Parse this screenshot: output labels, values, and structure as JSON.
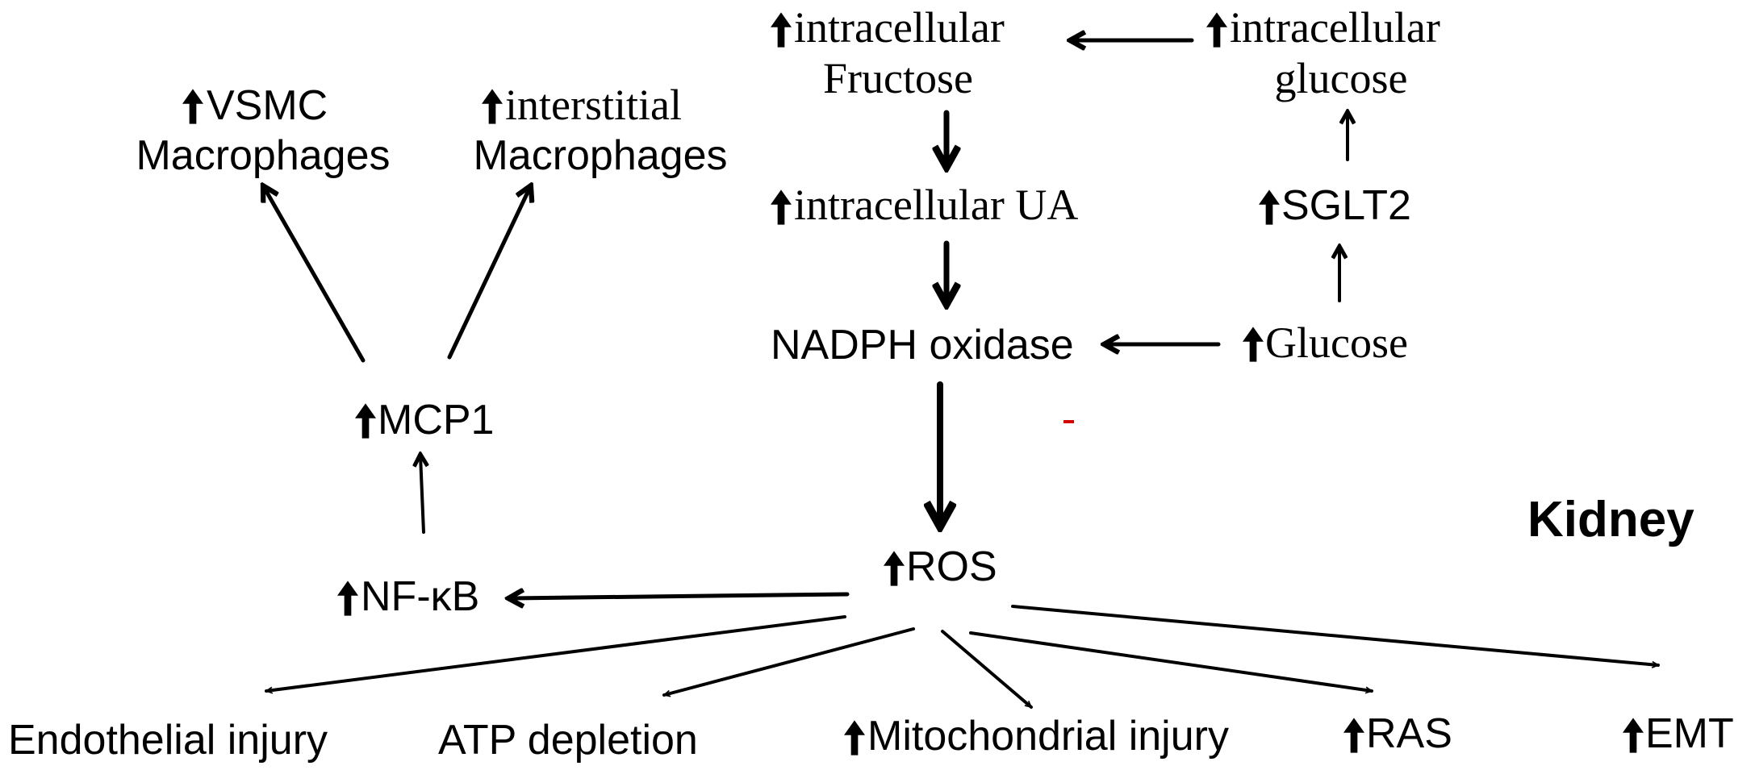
{
  "title": "Kidney",
  "colors": {
    "ink": "#000000",
    "accent_mark": "#d40000",
    "background": "#ffffff"
  },
  "glyphs": {
    "up_arrow": "bold-up-arrow-icon"
  },
  "nodes": {
    "vsmc_macrophages": {
      "line1": "VSMC",
      "line2": "Macrophages",
      "up": true
    },
    "interstitial_macrophages": {
      "line1": "interstitial",
      "line2": "Macrophages",
      "up": true
    },
    "intracellular_fructose": {
      "line1": "intracellular",
      "line2": "Fructose",
      "up": true
    },
    "intracellular_glucose": {
      "line1": "intracellular",
      "line2": "glucose",
      "up": true
    },
    "intracellular_ua": {
      "text": "intracellular UA",
      "up": true
    },
    "sglt2": {
      "text": "SGLT2",
      "up": true
    },
    "nadph_oxidase": {
      "text": "NADPH oxidase",
      "up": false
    },
    "glucose": {
      "text": "Glucose",
      "up": true
    },
    "mcp1": {
      "text": "MCP1",
      "up": true
    },
    "nfkb": {
      "text": "NF-κB",
      "up": true
    },
    "ros": {
      "text": "ROS",
      "up": true
    },
    "endothelial_injury": {
      "text": "Endothelial injury",
      "up": false
    },
    "atp_depletion": {
      "text": "ATP depletion",
      "up": false
    },
    "mitochondrial_injury": {
      "text": "Mitochondrial injury",
      "up": true
    },
    "ras": {
      "text": "RAS",
      "up": true
    },
    "emt": {
      "text": "EMT",
      "up": true
    }
  },
  "edges": [
    {
      "from": "intracellular_glucose",
      "to": "intracellular_fructose"
    },
    {
      "from": "intracellular_fructose",
      "to": "intracellular_ua"
    },
    {
      "from": "intracellular_ua",
      "to": "nadph_oxidase"
    },
    {
      "from": "sglt2",
      "to": "intracellular_glucose"
    },
    {
      "from": "glucose",
      "to": "sglt2"
    },
    {
      "from": "glucose",
      "to": "nadph_oxidase"
    },
    {
      "from": "nadph_oxidase",
      "to": "ros"
    },
    {
      "from": "ros",
      "to": "nfkb"
    },
    {
      "from": "nfkb",
      "to": "mcp1"
    },
    {
      "from": "mcp1",
      "to": "vsmc_macrophages"
    },
    {
      "from": "mcp1",
      "to": "interstitial_macrophages"
    },
    {
      "from": "ros",
      "to": "endothelial_injury"
    },
    {
      "from": "ros",
      "to": "atp_depletion"
    },
    {
      "from": "ros",
      "to": "mitochondrial_injury"
    },
    {
      "from": "ros",
      "to": "ras"
    },
    {
      "from": "ros",
      "to": "emt"
    }
  ]
}
